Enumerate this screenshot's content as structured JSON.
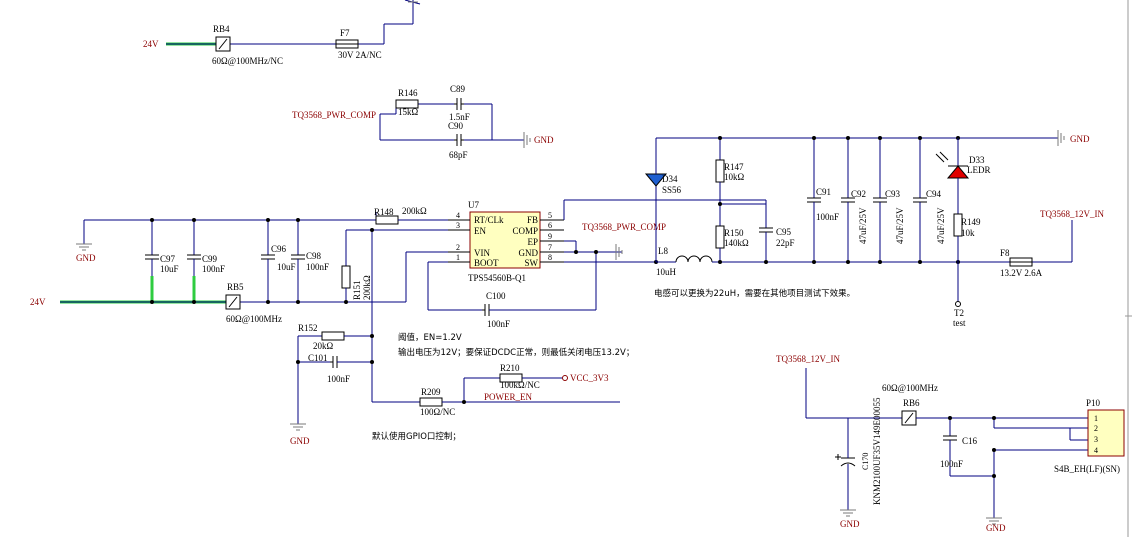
{
  "colors": {
    "wire": "#000080",
    "net": "#8b0000",
    "highlight": "#2ecc40",
    "led": "#e00000",
    "diode": "#1f5fd0",
    "chip": "#ffffc0"
  },
  "nets": {
    "v24_top": "24V",
    "v24_bot": "24V",
    "pwr_comp_left": "TQ3568_PWR_COMP",
    "pwr_comp_right": "TQ3568_PWR_COMP",
    "out12_top": "TQ3568_12V_IN",
    "out12_bot": "TQ3568_12V_IN",
    "power_en": "POWER_EN",
    "vcc": "VCC_3V3"
  },
  "gnd": {
    "g1": "GND",
    "g2": "GND",
    "g3": "GND",
    "g4": "GND",
    "g5": "GND",
    "g6": "GND"
  },
  "components": {
    "RB4": {
      "ref": "RB4",
      "value": "60Ω@100MHz/NC"
    },
    "F7": {
      "ref": "F7",
      "value": "30V 2A/NC"
    },
    "R146": {
      "ref": "R146",
      "value": "15kΩ"
    },
    "C89": {
      "ref": "C89",
      "value": "1.5nF"
    },
    "C90": {
      "ref": "C90",
      "value": "68pF"
    },
    "R148": {
      "ref": "R148",
      "value": "200kΩ"
    },
    "C97": {
      "ref": "C97",
      "value": "10uF"
    },
    "C99": {
      "ref": "C99",
      "value": "100nF"
    },
    "C96": {
      "ref": "C96",
      "value": "10uF"
    },
    "C98": {
      "ref": "C98",
      "value": "100nF"
    },
    "RB5": {
      "ref": "RB5",
      "value": "60Ω@100MHz"
    },
    "R151": {
      "ref": "R151",
      "value": "200kΩ"
    },
    "U7": {
      "ref": "U7",
      "part": "TPS54560B-Q1"
    },
    "C100": {
      "ref": "C100",
      "value": "100nF"
    },
    "D34": {
      "ref": "D34",
      "value": "SS56"
    },
    "L8": {
      "ref": "L8",
      "value": "10uH"
    },
    "R147": {
      "ref": "R147",
      "value": "10kΩ"
    },
    "R150": {
      "ref": "R150",
      "value": "140kΩ"
    },
    "C95": {
      "ref": "C95",
      "value": "22pF"
    },
    "C91": {
      "ref": "C91",
      "value": "100nF"
    },
    "C92": {
      "ref": "C92",
      "value": "47uF/25V"
    },
    "C93": {
      "ref": "C93",
      "value": "47uF/25V"
    },
    "C94": {
      "ref": "C94",
      "value": "47uF/25V"
    },
    "D33": {
      "ref": "D33",
      "value": "LEDR"
    },
    "R149": {
      "ref": "R149",
      "value": "10k"
    },
    "F8": {
      "ref": "F8",
      "value": "13.2V 2.6A"
    },
    "T2": {
      "ref": "T2",
      "value": "test"
    },
    "R152": {
      "ref": "R152",
      "value": "20kΩ"
    },
    "C101": {
      "ref": "C101",
      "value": "100nF"
    },
    "R209": {
      "ref": "R209",
      "value": "100Ω/NC"
    },
    "R210": {
      "ref": "R210",
      "value": "100kΩ/NC"
    },
    "RB6": {
      "ref": "RB6",
      "value": "60Ω@100MHz"
    },
    "C16": {
      "ref": "C16",
      "value": "100nF"
    },
    "C170": {
      "ref": "C170",
      "value": "KNM2100UF35V149E00055"
    },
    "P10": {
      "ref": "P10",
      "part": "S4B_EH(LF)(SN)"
    }
  },
  "u7_pins": [
    {
      "num": "4",
      "name": "RT/CLk"
    },
    {
      "num": "3",
      "name": "EN"
    },
    {
      "num": "2",
      "name": "VIN"
    },
    {
      "num": "1",
      "name": "BOOT"
    },
    {
      "num": "5",
      "name": "FB"
    },
    {
      "num": "6",
      "name": "COMP"
    },
    {
      "num": "9",
      "name": "EP"
    },
    {
      "num": "7",
      "name": "GND"
    },
    {
      "num": "8",
      "name": "SW"
    }
  ],
  "p10_pins": [
    "1",
    "2",
    "3",
    "4"
  ],
  "notes": {
    "inductor": "电感可以更换为22uH，需要在其他项目测试下效果。",
    "threshold": "阈值，EN=1.2V",
    "output": "输出电压为12V；要保证DCDC正常，则最低关闭电压13.2V；",
    "gpio": "默认使用GPIO口控制；"
  }
}
